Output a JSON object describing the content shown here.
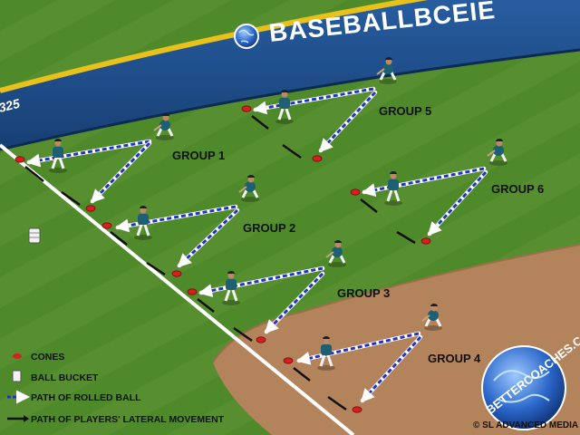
{
  "wall": {
    "brand": "BASEBALLBCEIE",
    "distance": "325"
  },
  "groups": [
    {
      "label": "GROUP 1"
    },
    {
      "label": "GROUP 2"
    },
    {
      "label": "GROUP 3"
    },
    {
      "label": "GROUP 4"
    },
    {
      "label": "GROUP 5"
    },
    {
      "label": "GROUP 6"
    }
  ],
  "legend": {
    "cones": "CONES",
    "bucket": "BALL BUCKET",
    "rolled": "PATH OF ROLLED BALL",
    "lateral": "PATH OF PLAYERS' LATERAL MOVEMENT"
  },
  "logo": {
    "text": "BETTERCOACHES.COM"
  },
  "copyright": "© SL ADVANCED MEDIA LTD",
  "colors": {
    "grass": "#4f8a2a",
    "dirt": "#b3835c",
    "wall": "#1f4f8f",
    "cone": "#d81e1e",
    "rolled_path": "#2233cc",
    "jersey": "#1d5f73"
  }
}
